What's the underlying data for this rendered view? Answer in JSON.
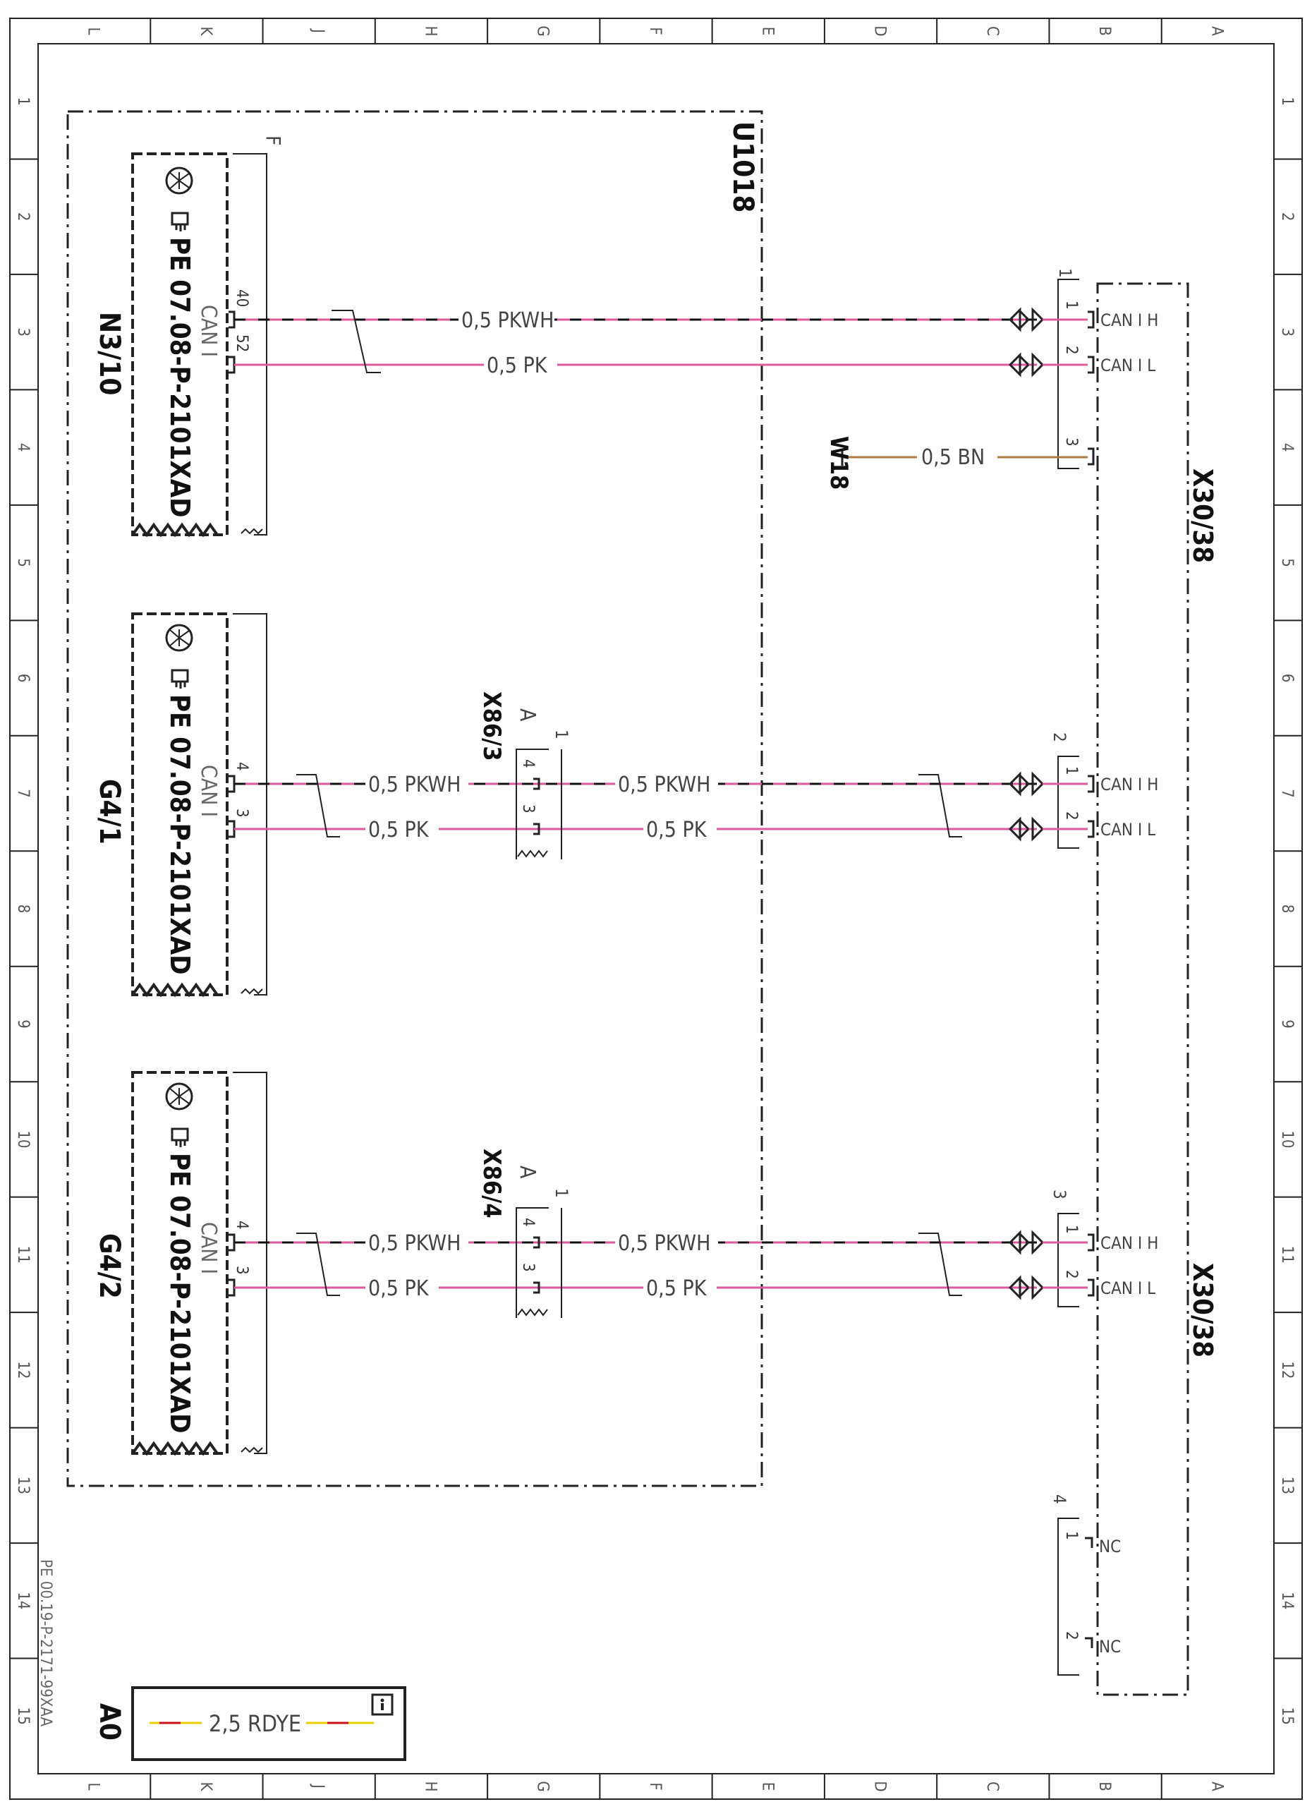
{
  "grid": {
    "letters": [
      "L",
      "K",
      "J",
      "H",
      "G",
      "F",
      "E",
      "D",
      "C",
      "B",
      "A"
    ],
    "numbers": [
      "1",
      "2",
      "3",
      "4",
      "5",
      "6",
      "7",
      "8",
      "9",
      "10",
      "11",
      "12",
      "13",
      "14",
      "15"
    ]
  },
  "sheet_ref": "PE 00.19-P-2171-99XAA",
  "module": {
    "id": "U1018",
    "tag": "F"
  },
  "connector_x30": {
    "label_top": "X30/38",
    "label_bottom": "X30/38",
    "blocks": [
      {
        "no": "1",
        "pins": [
          {
            "no": "1",
            "signal": "CAN I H"
          },
          {
            "no": "2",
            "signal": "CAN I L"
          },
          {
            "no": "3",
            "signal": ""
          }
        ]
      },
      {
        "no": "2",
        "pins": [
          {
            "no": "1",
            "signal": "CAN I H"
          },
          {
            "no": "2",
            "signal": "CAN I L"
          }
        ]
      },
      {
        "no": "3",
        "pins": [
          {
            "no": "1",
            "signal": "CAN I H"
          },
          {
            "no": "2",
            "signal": "CAN I L"
          }
        ]
      },
      {
        "no": "4",
        "pins": [
          {
            "no": "1",
            "signal": "NC"
          },
          {
            "no": "2",
            "signal": "NC"
          }
        ]
      }
    ]
  },
  "components": [
    {
      "name": "N3/10",
      "code": "PE 07.08-P-2101XAD",
      "bus": "CAN I",
      "pins": [
        "40",
        "52"
      ]
    },
    {
      "name": "G4/1",
      "code": "PE 07.08-P-2101XAD",
      "bus": "CAN I",
      "pins": [
        "4",
        "3"
      ]
    },
    {
      "name": "G4/2",
      "code": "PE 07.08-P-2101XAD",
      "bus": "CAN I",
      "pins": [
        "4",
        "3"
      ]
    }
  ],
  "wires": {
    "pkwh": "0,5 PKWH",
    "pk": "0,5 PK",
    "bn": "0,5 BN",
    "ground": "W18"
  },
  "splices": [
    {
      "name": "X86/3",
      "housing": "A",
      "no": "1",
      "pins": [
        "4",
        "3"
      ]
    },
    {
      "name": "X86/4",
      "housing": "A",
      "no": "1",
      "pins": [
        "4",
        "3"
      ]
    }
  ],
  "legend": {
    "name": "A0",
    "wire": "2,5 RDYE"
  },
  "colors": {
    "pink": "#e0589c",
    "brown": "#b07a3e",
    "red": "#c8101a",
    "yellow": "#e8d000",
    "frame": "#222222"
  }
}
